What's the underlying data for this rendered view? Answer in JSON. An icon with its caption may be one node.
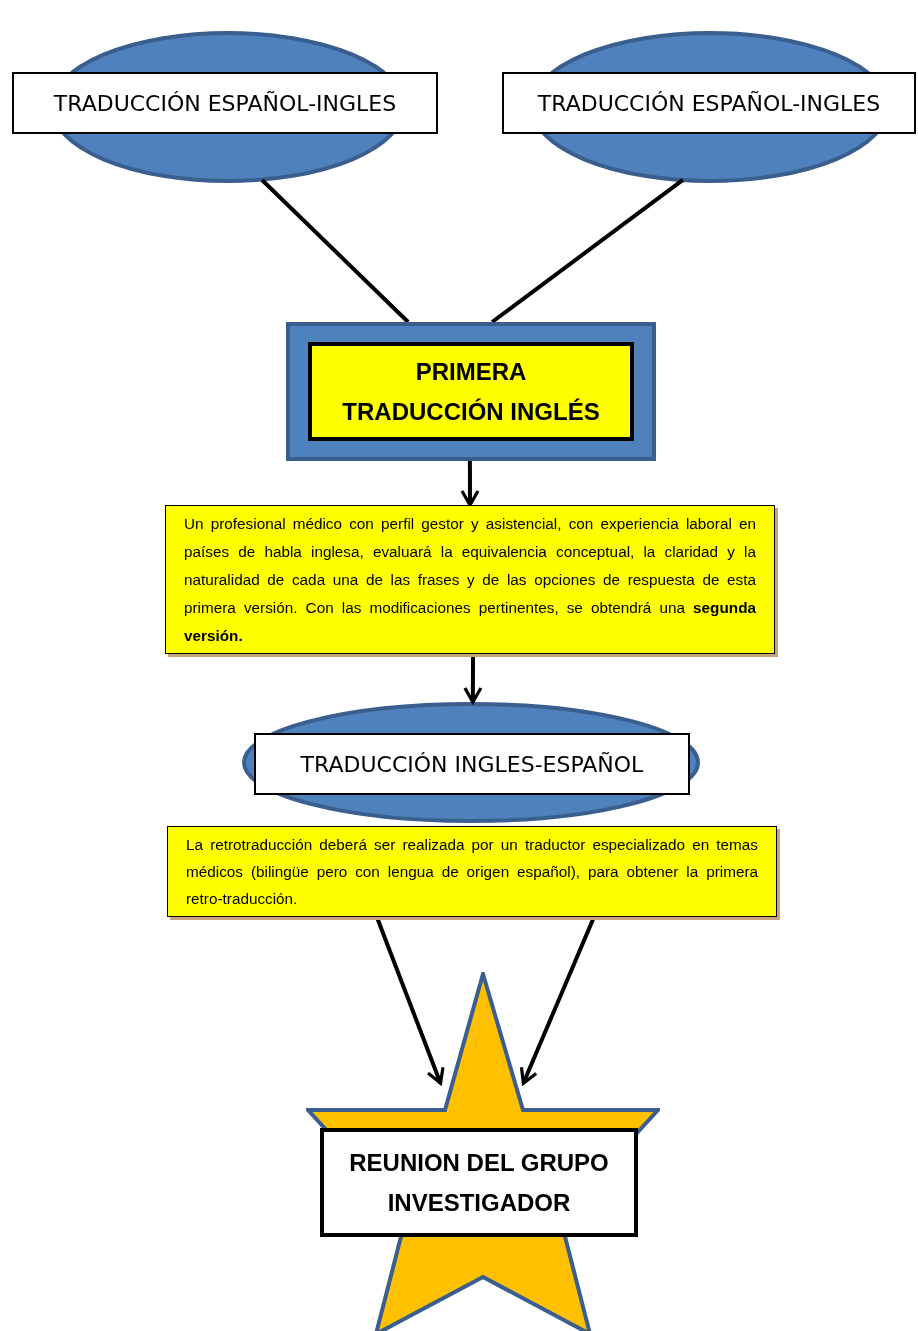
{
  "diagram": {
    "nodes": [
      {
        "text": [
          "TRADUCCIÓN ESPAÑOL-INGLES"
        ]
      },
      {
        "text": [
          "TRADUCCIÓN ESPAÑOL-INGLES"
        ]
      },
      {
        "text": [
          "PRIMERA TRADUCCIÓN INGLÉS"
        ]
      },
      {
        "text": [
          "Un profesional médico con perfil gestor y asistencial, con experiencia laboral en países de habla inglesa, evaluará la equivalencia conceptual, la claridad y la naturalidad de cada una de las frases y de las opciones de respuesta de esta primera versión. Con las modificaciones pertinentes, se obtendrá una **segunda versión.**"
        ]
      },
      {
        "text": [
          "TRADUCCIÓN INGLES-ESPAÑOL"
        ]
      },
      {
        "text": [
          "La retrotraducción deberá ser realizada por un traductor especializado en temas médicos (bilingüe pero con lengua de origen español), para obtener la primera retro-traducción."
        ]
      },
      {
        "text": [],
        "shape": "star"
      },
      {
        "text": [
          "REUNION DEL GRUPO INVESTIGADOR"
        ],
        "in": 6
      }
    ],
    "edges": [
      {
        "from": 0,
        "to": 2,
        "arrow": "none"
      },
      {
        "from": 1,
        "to": 2,
        "arrow": "none"
      },
      {
        "from": 2,
        "to": 3,
        "arrow": "to"
      },
      {
        "from": 3,
        "to": 4,
        "arrow": "to"
      },
      {
        "from": 5,
        "to": 6,
        "arrow": "to"
      },
      {
        "from": 5,
        "to": 6,
        "arrow": "to"
      }
    ]
  }
}
